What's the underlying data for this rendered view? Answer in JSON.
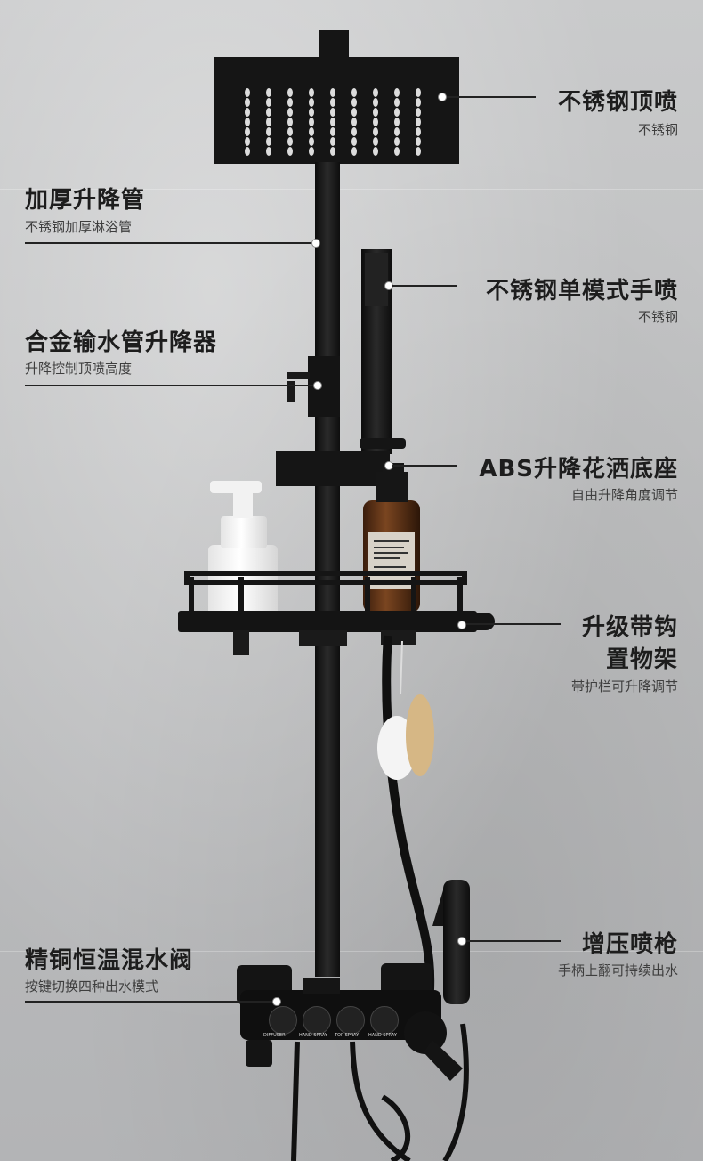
{
  "callouts": [
    {
      "title": "不锈钢顶喷",
      "sub": "不锈钢"
    },
    {
      "title": "加厚升降管",
      "sub": "不锈钢加厚淋浴管"
    },
    {
      "title": "不锈钢单模式手喷",
      "sub": "不锈钢"
    },
    {
      "title": "合金输水管升降器",
      "sub": "升降控制顶喷高度"
    },
    {
      "title": "ABS升降花洒底座",
      "sub": "自由升降角度调节"
    },
    {
      "title_line1": "升级带钩",
      "title_line2": "置物架",
      "sub": "带护栏可升降调节"
    },
    {
      "title": "增压喷枪",
      "sub": "手柄上翻可持续出水"
    },
    {
      "title": "精铜恒温混水阀",
      "sub": "按键切换四种出水模式"
    }
  ],
  "buttons": [
    "DIFFUSER",
    "HAND SPRAY",
    "TOP SPRAY",
    "HAND SPRAY"
  ],
  "colors": {
    "product": "#141414",
    "wall": "#c3c4c5",
    "text": "#1d1d1d"
  }
}
